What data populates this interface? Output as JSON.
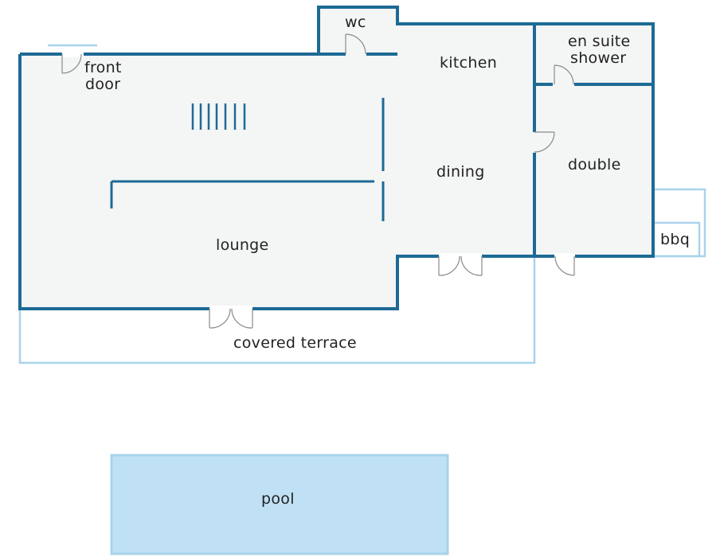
{
  "plan": {
    "colors": {
      "wall": "#1d6a95",
      "floor": "#f4f5f5",
      "outdoor_outline": "#a9d3ea",
      "pool_fill": "#c0e1f5",
      "door_swing": "#8a8a8a",
      "label": "#222222"
    },
    "labels": {
      "front_door_1": "front",
      "front_door_2": "door",
      "wc": "wc",
      "kitchen": "kitchen",
      "en_suite_1": "en suite",
      "en_suite_2": "shower",
      "dining": "dining",
      "double": "double",
      "lounge": "lounge",
      "bbq": "bbq",
      "covered_terrace": "covered terrace",
      "pool": "pool"
    }
  }
}
